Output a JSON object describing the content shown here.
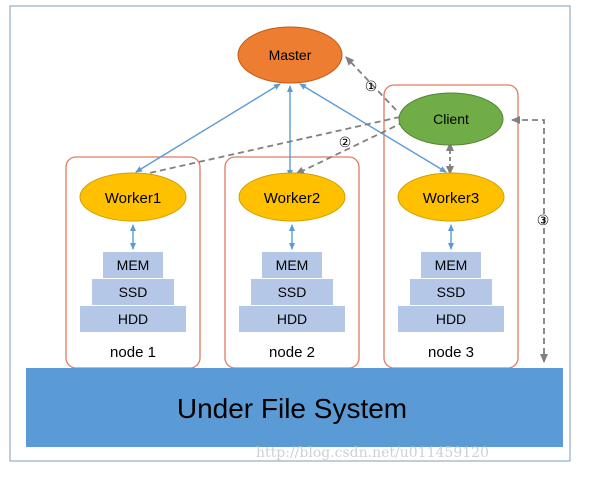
{
  "diagram": {
    "master": {
      "label": "Master",
      "color": "#ed7d31"
    },
    "client": {
      "label": "Client",
      "color": "#70ad47"
    },
    "workers": [
      {
        "label": "Worker1",
        "color": "#ffc000"
      },
      {
        "label": "Worker2",
        "color": "#ffc000"
      },
      {
        "label": "Worker3",
        "color": "#ffc000"
      }
    ],
    "nodes": [
      {
        "label": "node 1"
      },
      {
        "label": "node 2"
      },
      {
        "label": "node 3"
      }
    ],
    "storage_tiers": [
      "MEM",
      "SSD",
      "HDD"
    ],
    "storage_color": "#b4c7e7",
    "ufs": {
      "label": "Under File System",
      "color": "#5b9bd5"
    },
    "node_border_color": "#e07a5f",
    "arrow_color": "#5b9bd5",
    "dashed_color": "#808080",
    "step_markers": [
      "①",
      "②",
      "③"
    ],
    "watermark": "http://blog.csdn.net/u011459120"
  }
}
